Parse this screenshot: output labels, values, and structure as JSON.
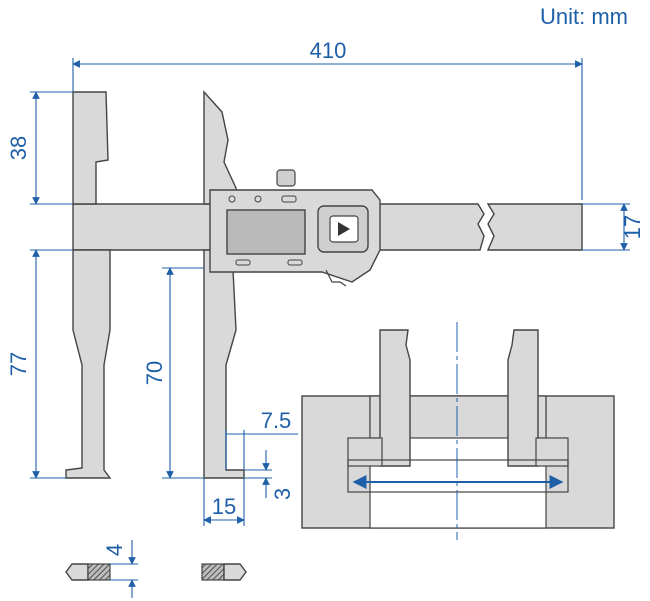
{
  "unit_label": "Unit: mm",
  "dimensions": {
    "overall_length": "410",
    "outside_jaw_length": "38",
    "beam_thickness": "17",
    "inside_jaw_length": "77",
    "inside_jaw_depth": "70",
    "tip_offset": "7.5",
    "tip_height": "3",
    "tip_width": "15",
    "blade_thickness": "4"
  },
  "colors": {
    "dimension": "#1f5fa8",
    "body": "#d9d9d9",
    "lcd": "#b9b9b9",
    "outline": "#444444"
  }
}
